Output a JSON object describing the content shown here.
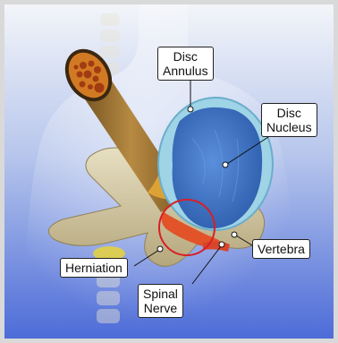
{
  "labels": {
    "disc_annulus": [
      "Disc",
      "Annulus"
    ],
    "disc_nucleus": [
      "Disc",
      "Nucleus"
    ],
    "vertebra": "Vertebra",
    "herniation": "Herniation",
    "spinal_nerve": [
      "Spinal",
      "Nerve"
    ]
  },
  "colors": {
    "background_top": "#f2f4f8",
    "background_bottom": "#4f6fd8",
    "annulus": "#9fd3e6",
    "nucleus": "#3f76c8",
    "bone": "#d8cfae",
    "nerve": "#a57b35",
    "herniation": "#e2532a",
    "circle": "#d81f26"
  }
}
